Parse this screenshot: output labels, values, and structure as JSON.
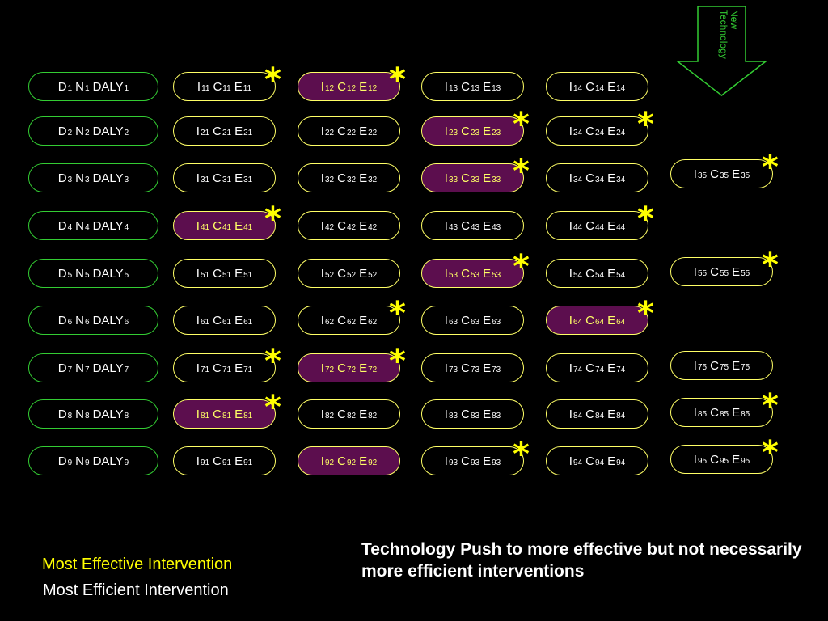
{
  "arrow": {
    "label": "New Technology",
    "color": "#33cc33"
  },
  "colors": {
    "dalys_border": "#33cc33",
    "intervention_border": "#ffff66",
    "highlight_fill": "#5c0e4e",
    "highlight_text": "#ffff66",
    "star": "#ffff00"
  },
  "rows": [
    {
      "disease": {
        "letters": [
          "D",
          "N",
          "DALY"
        ],
        "sub": "1"
      }
    },
    {
      "disease": {
        "letters": [
          "D",
          "N",
          "DALY"
        ],
        "sub": "2"
      }
    },
    {
      "disease": {
        "letters": [
          "D",
          "N",
          "DALY"
        ],
        "sub": "3"
      }
    },
    {
      "disease": {
        "letters": [
          "D",
          "N",
          "DALY"
        ],
        "sub": "4"
      }
    },
    {
      "disease": {
        "letters": [
          "D",
          "N",
          "DALY"
        ],
        "sub": "5"
      }
    },
    {
      "disease": {
        "letters": [
          "D",
          "N",
          "DALY"
        ],
        "sub": "6"
      }
    },
    {
      "disease": {
        "letters": [
          "D",
          "N",
          "DALY"
        ],
        "sub": "7"
      }
    },
    {
      "disease": {
        "letters": [
          "D",
          "N",
          "DALY"
        ],
        "sub": "8"
      }
    },
    {
      "disease": {
        "letters": [
          "D",
          "N",
          "DALY"
        ],
        "sub": "9"
      }
    }
  ],
  "interventions": [
    {
      "sub": "11",
      "highlight": false,
      "star": true
    },
    {
      "sub": "12",
      "highlight": true,
      "star": true
    },
    {
      "sub": "13",
      "highlight": false,
      "star": false
    },
    {
      "sub": "14",
      "highlight": false,
      "star": false
    },
    {
      "sub": "21",
      "highlight": false,
      "star": false
    },
    {
      "sub": "22",
      "highlight": false,
      "star": false
    },
    {
      "sub": "23",
      "highlight": true,
      "star": true
    },
    {
      "sub": "24",
      "highlight": false,
      "star": true
    },
    {
      "sub": "31",
      "highlight": false,
      "star": false
    },
    {
      "sub": "32",
      "highlight": false,
      "star": false
    },
    {
      "sub": "33",
      "highlight": true,
      "star": true
    },
    {
      "sub": "34",
      "highlight": false,
      "star": false
    },
    {
      "sub": "35",
      "highlight": false,
      "star": true
    },
    {
      "sub": "41",
      "highlight": true,
      "star": true
    },
    {
      "sub": "42",
      "highlight": false,
      "star": false
    },
    {
      "sub": "43",
      "highlight": false,
      "star": false
    },
    {
      "sub": "44",
      "highlight": false,
      "star": true
    },
    {
      "sub": "51",
      "highlight": false,
      "star": false
    },
    {
      "sub": "52",
      "highlight": false,
      "star": false
    },
    {
      "sub": "53",
      "highlight": true,
      "star": true
    },
    {
      "sub": "54",
      "highlight": false,
      "star": false
    },
    {
      "sub": "55",
      "highlight": false,
      "star": true
    },
    {
      "sub": "61",
      "highlight": false,
      "star": false
    },
    {
      "sub": "62",
      "highlight": false,
      "star": true
    },
    {
      "sub": "63",
      "highlight": false,
      "star": false
    },
    {
      "sub": "64",
      "highlight": true,
      "star": true
    },
    {
      "sub": "71",
      "highlight": false,
      "star": true
    },
    {
      "sub": "72",
      "highlight": true,
      "star": true
    },
    {
      "sub": "73",
      "highlight": false,
      "star": false
    },
    {
      "sub": "74",
      "highlight": false,
      "star": false
    },
    {
      "sub": "75",
      "highlight": false,
      "star": false
    },
    {
      "sub": "81",
      "highlight": true,
      "star": true
    },
    {
      "sub": "82",
      "highlight": false,
      "star": false
    },
    {
      "sub": "83",
      "highlight": false,
      "star": false
    },
    {
      "sub": "84",
      "highlight": false,
      "star": false
    },
    {
      "sub": "85",
      "highlight": false,
      "star": true
    },
    {
      "sub": "91",
      "highlight": false,
      "star": false
    },
    {
      "sub": "92",
      "highlight": true,
      "star": false
    },
    {
      "sub": "93",
      "highlight": false,
      "star": true
    },
    {
      "sub": "94",
      "highlight": false,
      "star": false
    },
    {
      "sub": "95",
      "highlight": false,
      "star": true
    }
  ],
  "intervention_letters": [
    "I",
    "C",
    "E"
  ],
  "star_symbol": "*",
  "legend": {
    "effective": "Most Effective Intervention",
    "efficient": "Most Efficient Intervention"
  },
  "caption": "Technology Push to more effective but not necessarily more efficient interventions"
}
